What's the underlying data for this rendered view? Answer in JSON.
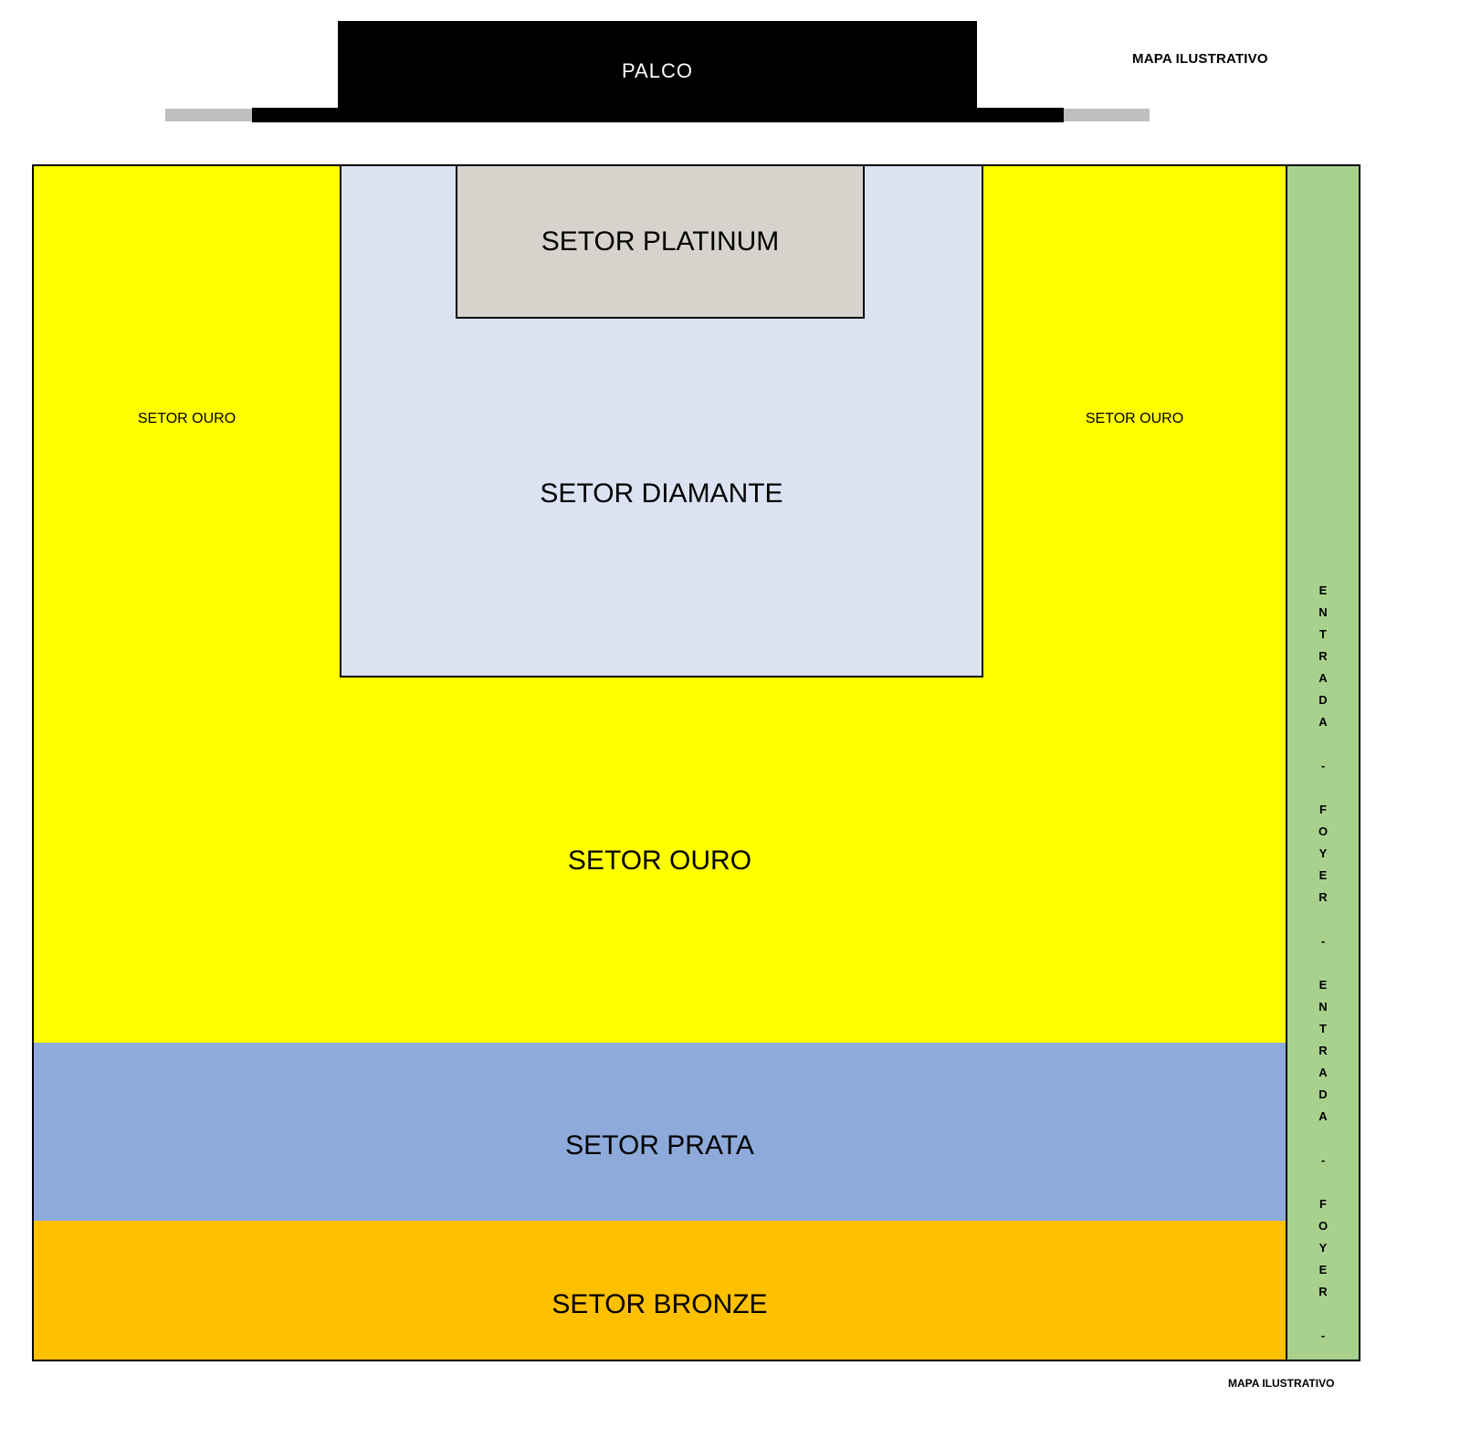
{
  "notes": {
    "top": "MAPA ILUSTRATIVO",
    "bottom": "MAPA ILUSTRATIVO"
  },
  "stage": {
    "label": "PALCO",
    "color": "#000000",
    "wing_color": "#bfbfbf"
  },
  "sectors": {
    "platinum": {
      "label": "SETOR PLATINUM",
      "color": "#d6d2cc"
    },
    "diamante": {
      "label": "SETOR DIAMANTE",
      "color": "#dbe3f3"
    },
    "ouro": {
      "label": "SETOR OURO",
      "color": "#ffff00"
    },
    "ouro_side_left": {
      "label": "SETOR OURO"
    },
    "ouro_side_right": {
      "label": "SETOR OURO"
    },
    "prata": {
      "label": "SETOR PRATA",
      "color": "#8eaadb"
    },
    "bronze": {
      "label": "SETOR BRONZE",
      "color": "#ffc000"
    }
  },
  "entrance": {
    "label": "ENTRADA - FOYER - ENTRADA - FOYER -",
    "color": "#a9d18e"
  }
}
